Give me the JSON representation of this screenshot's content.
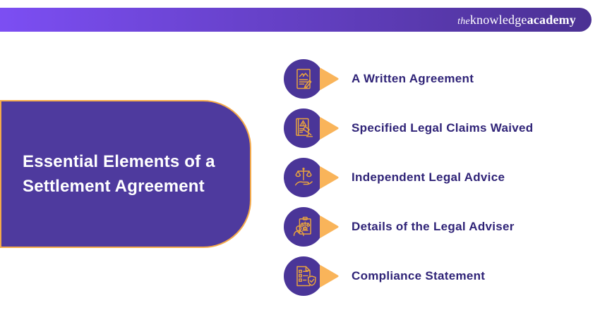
{
  "header": {
    "logo": {
      "the": "the",
      "knowledge": "knowledge",
      "academy": "academy"
    }
  },
  "panel": {
    "title_line1": "Essential Elements of a",
    "title_line2": "Settlement Agreement"
  },
  "items": [
    {
      "label": "A Written Agreement",
      "icon": "handshake-document-icon"
    },
    {
      "label": "Specified Legal Claims Waived",
      "icon": "warning-gavel-document-icon"
    },
    {
      "label": "Independent Legal Advice",
      "icon": "scales-in-hand-icon"
    },
    {
      "label": "Details of the Legal Adviser",
      "icon": "adviser-clipboard-scales-icon"
    },
    {
      "label": "Compliance Statement",
      "icon": "checklist-shield-icon"
    }
  ],
  "colors": {
    "header_gradient_start": "#7C4EF3",
    "header_gradient_end": "#4B3193",
    "panel_purple": "#4E3A9E",
    "circle_purple": "#4A3598",
    "icon_stroke": "#E9A33D",
    "arrow_orange": "#F9B45A",
    "border_orange": "#F4A949",
    "label_indigo": "#2F2377",
    "background": "#FFFFFF"
  }
}
